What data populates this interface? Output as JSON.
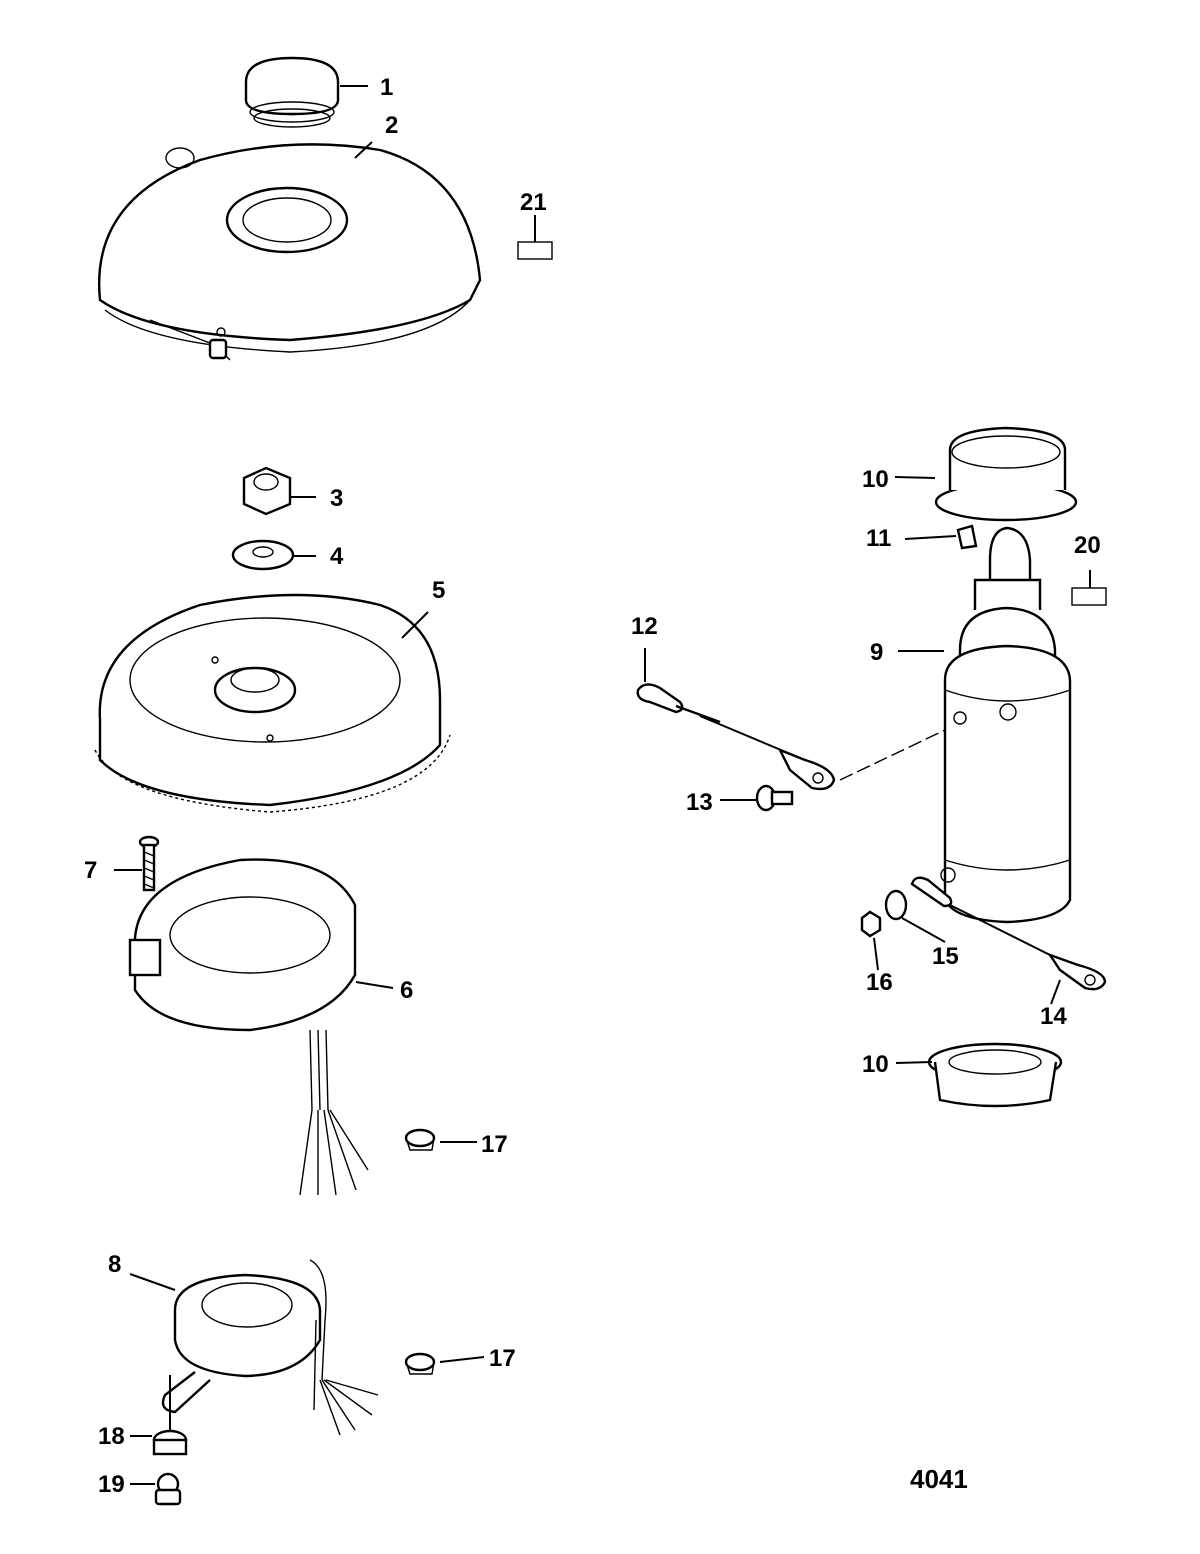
{
  "diagram": {
    "reference_number": "4041",
    "callouts": [
      "1",
      "2",
      "3",
      "4",
      "5",
      "6",
      "7",
      "8",
      "9",
      "10",
      "10",
      "11",
      "12",
      "13",
      "14",
      "15",
      "16",
      "17",
      "17",
      "18",
      "19",
      "20",
      "21"
    ]
  }
}
